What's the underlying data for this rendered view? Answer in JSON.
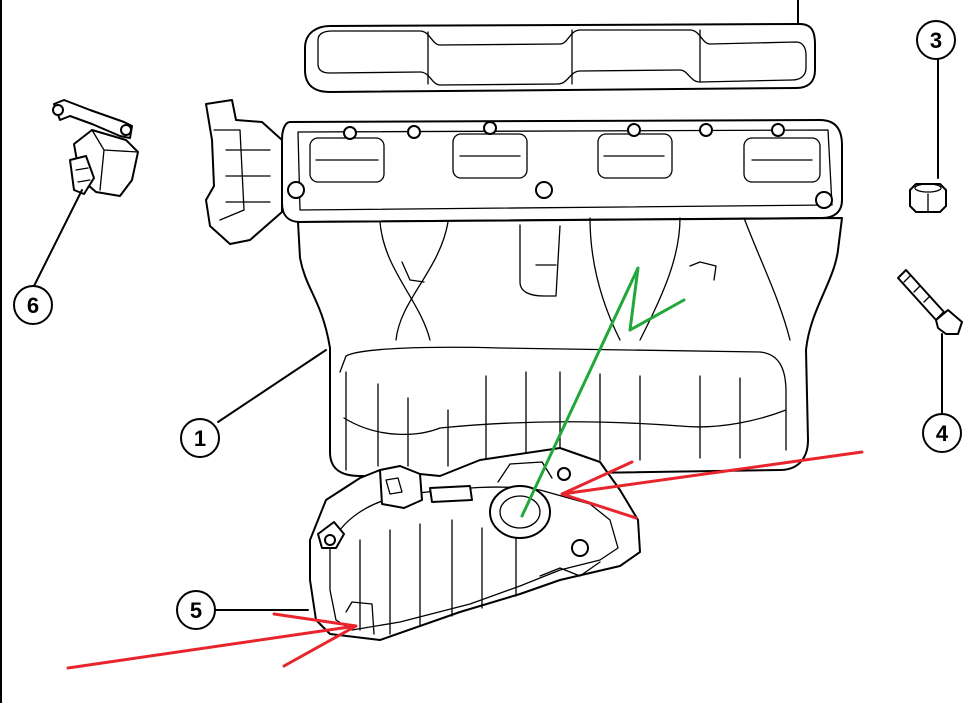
{
  "callouts": [
    {
      "id": "1",
      "label": "1"
    },
    {
      "id": "3",
      "label": "3"
    },
    {
      "id": "4",
      "label": "4"
    },
    {
      "id": "5",
      "label": "5"
    },
    {
      "id": "6",
      "label": "6"
    }
  ],
  "colors": {
    "line": "#000000",
    "background": "#ffffff",
    "annotation_red": "#e8252c",
    "annotation_green": "#22a83a"
  }
}
